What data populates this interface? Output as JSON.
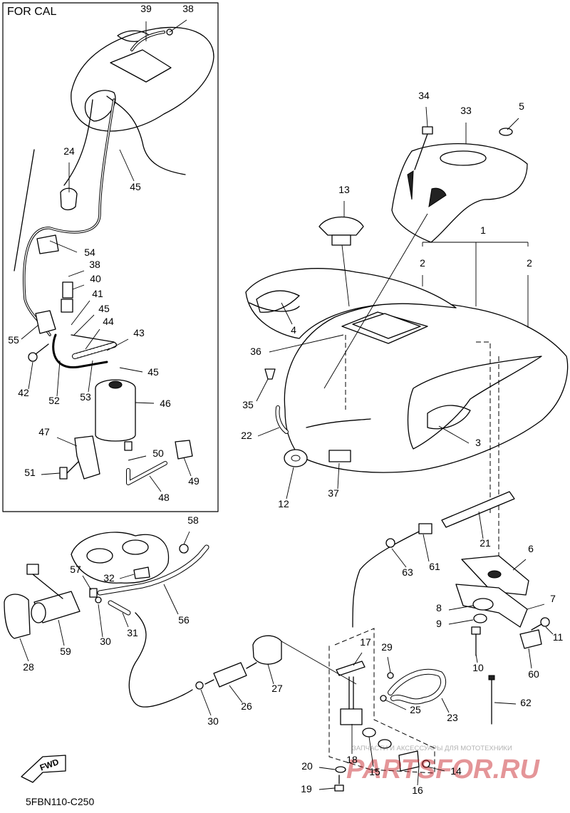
{
  "header": {
    "region_label": "FOR CAL"
  },
  "diagram_code": "5FBN110-C250",
  "fwd_label": "FWD",
  "watermark": {
    "caption": "ЗАПЧАСТИ И АКСЕССУАРЫ ДЛЯ МОТОТЕХНИКИ",
    "logo": "PARTSFOR.RU"
  },
  "callouts": [
    {
      "id": "c39",
      "text": "39"
    },
    {
      "id": "c38a",
      "text": "38"
    },
    {
      "id": "c24",
      "text": "24"
    },
    {
      "id": "c45a",
      "text": "45"
    },
    {
      "id": "c54",
      "text": "54"
    },
    {
      "id": "c38b",
      "text": "38"
    },
    {
      "id": "c40",
      "text": "40"
    },
    {
      "id": "c41",
      "text": "41"
    },
    {
      "id": "c45b",
      "text": "45"
    },
    {
      "id": "c44",
      "text": "44"
    },
    {
      "id": "c43",
      "text": "43"
    },
    {
      "id": "c55",
      "text": "55"
    },
    {
      "id": "c45c",
      "text": "45"
    },
    {
      "id": "c42",
      "text": "42"
    },
    {
      "id": "c52",
      "text": "52"
    },
    {
      "id": "c53",
      "text": "53"
    },
    {
      "id": "c46",
      "text": "46"
    },
    {
      "id": "c47",
      "text": "47"
    },
    {
      "id": "c50",
      "text": "50"
    },
    {
      "id": "c51",
      "text": "51"
    },
    {
      "id": "c49",
      "text": "49"
    },
    {
      "id": "c48",
      "text": "48"
    },
    {
      "id": "c34",
      "text": "34"
    },
    {
      "id": "c33",
      "text": "33"
    },
    {
      "id": "c5",
      "text": "5"
    },
    {
      "id": "c13",
      "text": "13"
    },
    {
      "id": "c1",
      "text": "1"
    },
    {
      "id": "c2a",
      "text": "2"
    },
    {
      "id": "c2b",
      "text": "2"
    },
    {
      "id": "c4",
      "text": "4"
    },
    {
      "id": "c36",
      "text": "36"
    },
    {
      "id": "c35",
      "text": "35"
    },
    {
      "id": "c22",
      "text": "22"
    },
    {
      "id": "c3",
      "text": "3"
    },
    {
      "id": "c12",
      "text": "12"
    },
    {
      "id": "c37",
      "text": "37"
    },
    {
      "id": "c58",
      "text": "58"
    },
    {
      "id": "c57",
      "text": "57"
    },
    {
      "id": "c32",
      "text": "32"
    },
    {
      "id": "c56",
      "text": "56"
    },
    {
      "id": "c59",
      "text": "59"
    },
    {
      "id": "c30a",
      "text": "30"
    },
    {
      "id": "c31",
      "text": "31"
    },
    {
      "id": "c28",
      "text": "28"
    },
    {
      "id": "c63",
      "text": "63"
    },
    {
      "id": "c61",
      "text": "61"
    },
    {
      "id": "c21",
      "text": "21"
    },
    {
      "id": "c6",
      "text": "6"
    },
    {
      "id": "c7",
      "text": "7"
    },
    {
      "id": "c8",
      "text": "8"
    },
    {
      "id": "c9",
      "text": "9"
    },
    {
      "id": "c11",
      "text": "11"
    },
    {
      "id": "c10",
      "text": "10"
    },
    {
      "id": "c60",
      "text": "60"
    },
    {
      "id": "c62",
      "text": "62"
    },
    {
      "id": "c17",
      "text": "17"
    },
    {
      "id": "c29",
      "text": "29"
    },
    {
      "id": "c27",
      "text": "27"
    },
    {
      "id": "c26",
      "text": "26"
    },
    {
      "id": "c30b",
      "text": "30"
    },
    {
      "id": "c25",
      "text": "25"
    },
    {
      "id": "c23",
      "text": "23"
    },
    {
      "id": "c18",
      "text": "18"
    },
    {
      "id": "c15",
      "text": "15"
    },
    {
      "id": "c14",
      "text": "14"
    },
    {
      "id": "c20",
      "text": "20"
    },
    {
      "id": "c19",
      "text": "19"
    },
    {
      "id": "c16",
      "text": "16"
    }
  ]
}
